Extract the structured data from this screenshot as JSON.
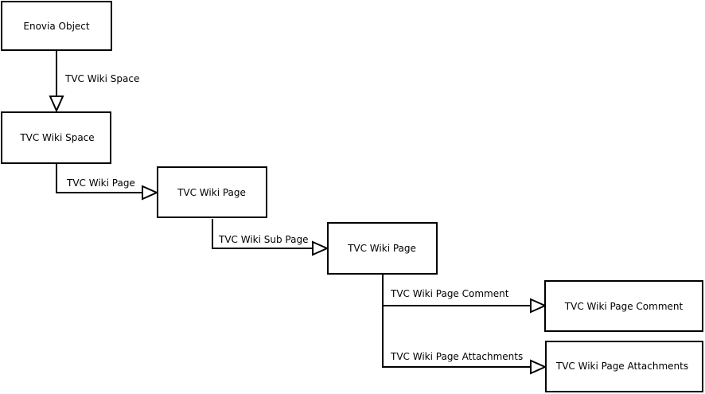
{
  "diagram": {
    "nodes": [
      {
        "id": "enovia-object",
        "label": "Enovia Object"
      },
      {
        "id": "wiki-space",
        "label": "TVC Wiki Space"
      },
      {
        "id": "wiki-page-1",
        "label": "TVC Wiki Page"
      },
      {
        "id": "wiki-page-2",
        "label": "TVC Wiki Page"
      },
      {
        "id": "wiki-page-comment",
        "label": "TVC Wiki Page Comment"
      },
      {
        "id": "wiki-page-attachments",
        "label": "TVC Wiki Page Attachments"
      }
    ],
    "edges": [
      {
        "from": "enovia-object",
        "to": "wiki-space",
        "label": "TVC Wiki Space"
      },
      {
        "from": "wiki-space",
        "to": "wiki-page-1",
        "label": "TVC Wiki Page"
      },
      {
        "from": "wiki-page-1",
        "to": "wiki-page-2",
        "label": "TVC Wiki Sub Page"
      },
      {
        "from": "wiki-page-2",
        "to": "wiki-page-comment",
        "label": "TVC Wiki Page Comment"
      },
      {
        "from": "wiki-page-2",
        "to": "wiki-page-attachments",
        "label": "TVC Wiki Page Attachments"
      }
    ]
  },
  "colors": {
    "stroke": "#000000",
    "fill": "#ffffff",
    "text": "#000000"
  }
}
